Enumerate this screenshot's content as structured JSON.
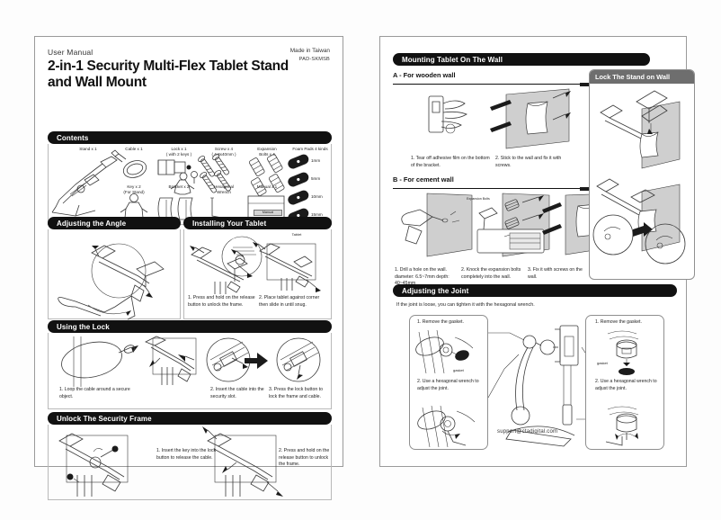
{
  "document": {
    "type": "product-user-manual",
    "pages": 2
  },
  "left_page": {
    "kicker": "User Manual",
    "title": "2-in-1 Security Multi-Flex Tablet Stand and Wall Mount",
    "origin": {
      "made_in": "Made in Taiwan",
      "model": "PAD-SKMSB"
    },
    "sections": [
      {
        "heading": "Contents",
        "items_row1": [
          {
            "label": "Stand x 1",
            "sub": ""
          },
          {
            "label": "Cable x 1",
            "sub": ""
          },
          {
            "label": "Lock x 1",
            "sub": "( with 2 keys )"
          },
          {
            "label": "Screw x 4",
            "sub": "( 4.8x40mm )"
          },
          {
            "label": "Expansion",
            "sub": "Bolts x 4"
          },
          {
            "label": "Foam Pads 4 kinds",
            "sub": ""
          }
        ],
        "items_row2": [
          {
            "label": "Key x 2",
            "sub": "(For Stand)"
          },
          {
            "label": "Bracket x 2",
            "sub": ""
          },
          {
            "label": "Hexagonal",
            "sub": "Wrench"
          },
          {
            "label": "Manual x 1",
            "sub": ""
          }
        ],
        "manual_cover_label": "Manual",
        "foam_pad_sizes": [
          "1mm",
          "5mm",
          "10mm",
          "15mm"
        ]
      },
      {
        "heading": "Adjusting the Angle",
        "captions": []
      },
      {
        "heading": "Installing Your Tablet",
        "tablet_label": "Tablet",
        "captions": [
          "1. Press and hold on the release button to unlock the frame.",
          "2. Place tablet against corner then slide in until snug."
        ]
      },
      {
        "heading": "Using the Lock",
        "captions": [
          "1. Loop the cable around a secure object.",
          "2. Insert the cable into the security slot.",
          "3. Press the lock button to lock the frame and cable."
        ]
      },
      {
        "heading": "Unlock The Security Frame",
        "captions": [
          "1. Insert the key into the lock button to release the cable.",
          "2. Press and hold on the release button to unlock the frame."
        ]
      }
    ]
  },
  "right_page": {
    "sections": [
      {
        "heading": "Mounting Tablet On The Wall",
        "sub_a": "A - For wooden wall",
        "captions_a": [
          "1. Tear off adhesive film on the bottom of the bracket.",
          "2. Stick to the wall and fix it with screws."
        ],
        "sub_b": "B - For cement wall",
        "captions_b": [
          "1. Drill a hole on the wall. diameter: 6.5~7mm depth: 40~45mm",
          "2. Knock the expansion bolts completely into the wall.",
          "3. Fix it with screws on the wall."
        ],
        "inset_label": "Expansion Bolts"
      },
      {
        "heading": "Adjusting the Joint",
        "intro": "If the joint is loose, you can tighten it with the hexagonal wrench.",
        "left_card": {
          "step1": "1. Remove the gasket.",
          "gasket_label": "gasket",
          "step2": "2. Use a hexagonal wrench to adjust the joint."
        },
        "right_card": {
          "step1": "1. Remove the gasket.",
          "gasket_label": "gasket",
          "step2": "2. Use a hexagonal wrench to adjust the joint."
        }
      }
    ],
    "sidebar": {
      "heading": "Lock The Stand on Wall"
    },
    "support_email": "support@ctadigital.com"
  },
  "colors": {
    "pill_bg": "#111111",
    "sidebar_head_bg": "#6e6e6e",
    "page_border": "#9a9a9a",
    "wall_fill": "#cfcfcf",
    "line": "#3a3a3a"
  }
}
